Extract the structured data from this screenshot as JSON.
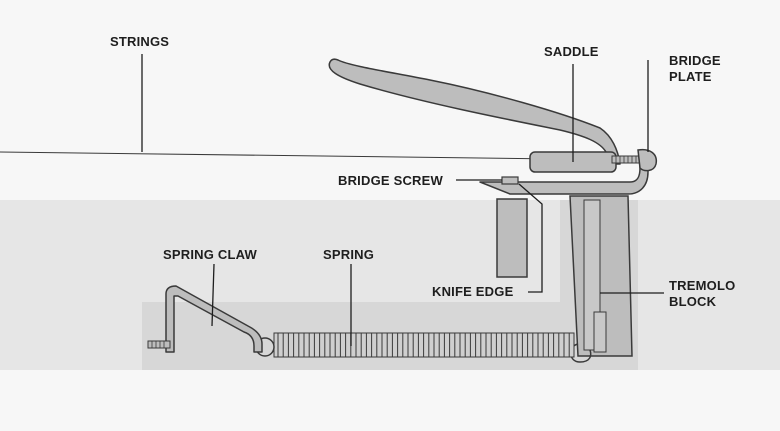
{
  "labels": {
    "strings": "STRINGS",
    "saddle": "SADDLE",
    "bridge_plate_1": "BRIDGE",
    "bridge_plate_2": "PLATE",
    "bridge_screw": "BRIDGE SCREW",
    "spring_claw": "SPRING CLAW",
    "spring": "SPRING",
    "knife_edge": "KNIFE EDGE",
    "tremolo_block_1": "TREMOLO",
    "tremolo_block_2": "BLOCK"
  },
  "colors": {
    "background": "#f7f7f7",
    "guitar_body": "#e6e6e6",
    "cavity": "#d7d7d7",
    "part_fill": "#bdbdbd",
    "outline": "#3a3a3a",
    "text": "#1e1e1e"
  }
}
